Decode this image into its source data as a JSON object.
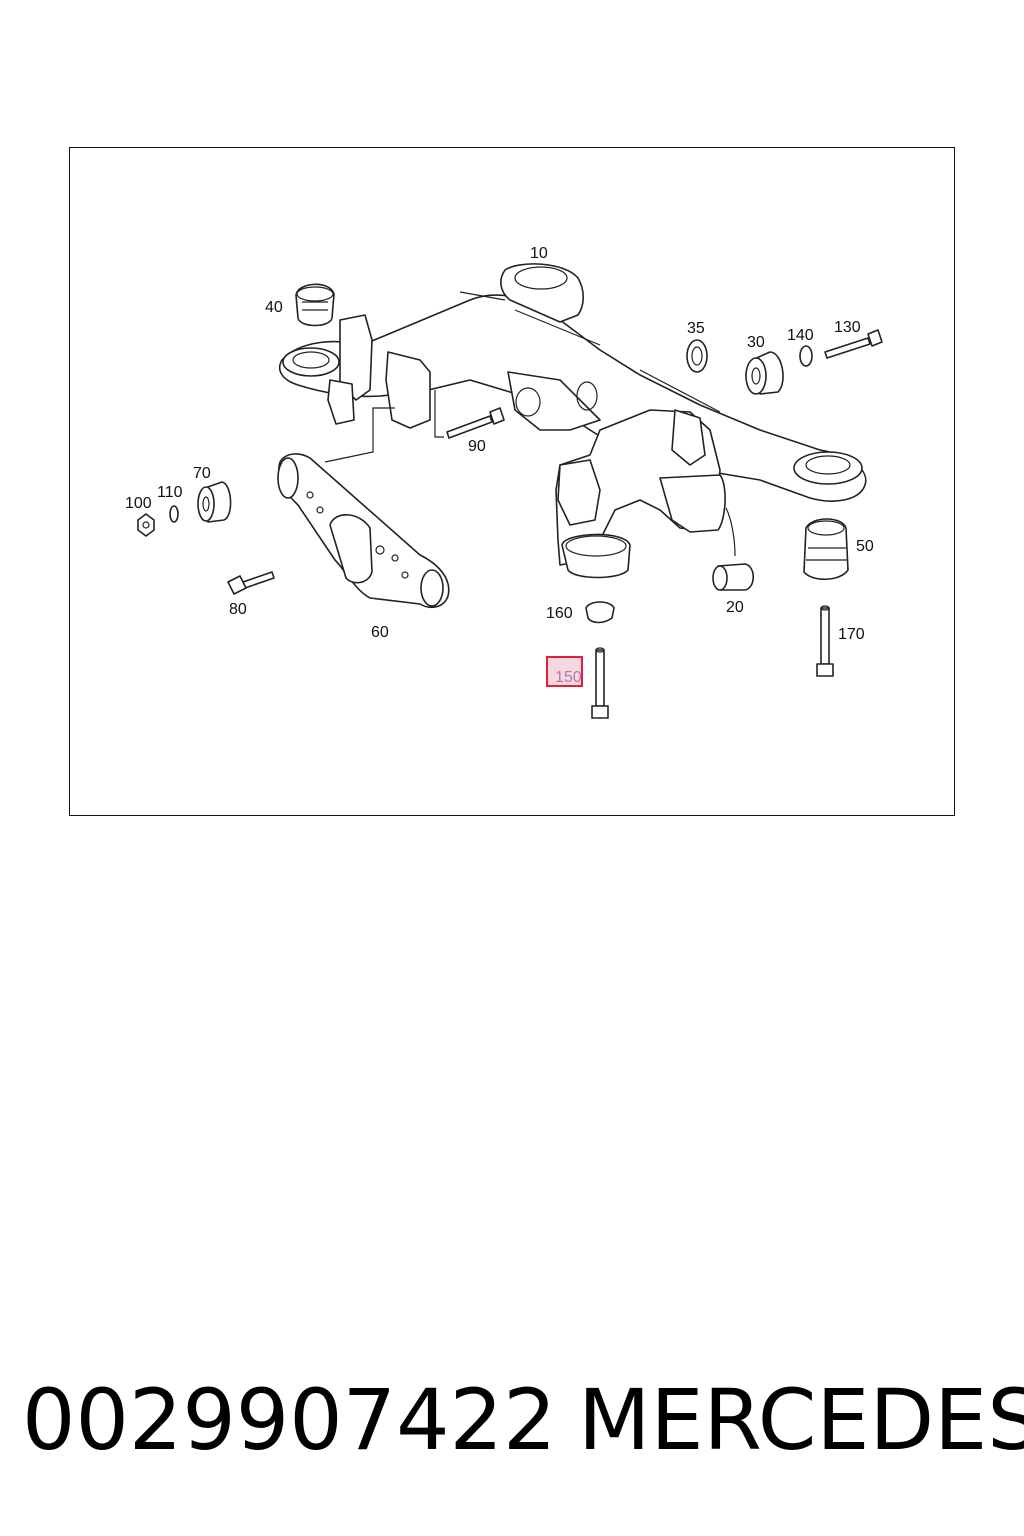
{
  "diagram": {
    "callouts": {
      "c10": "10",
      "c20": "20",
      "c30": "30",
      "c35": "35",
      "c40": "40",
      "c50": "50",
      "c60": "60",
      "c70": "70",
      "c80": "80",
      "c90": "90",
      "c100": "100",
      "c110": "110",
      "c130": "130",
      "c140": "140",
      "c150": "150",
      "c160": "160",
      "c170": "170"
    },
    "highlighted_callout": "150",
    "highlight_color": "#e0203a",
    "highlight_fill": "#f6d8de"
  },
  "caption": {
    "part_number": "0029907422",
    "brand": "MERCEDES"
  }
}
